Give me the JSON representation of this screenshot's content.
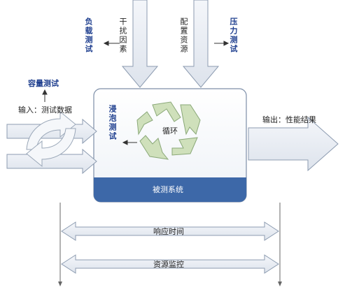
{
  "labels": {
    "load_test": "负载测试",
    "interference": "干扰因素",
    "config_resource": "配置资源",
    "pressure_test": "压力测试",
    "capacity_test": "容量测试",
    "input": "输入：测试数据",
    "soak_test": "浸泡测试",
    "cycle": "循环",
    "system_under_test": "被测系统",
    "output": "输出：性能结果",
    "response_time": "响应时间",
    "resource_monitor": "资源监控"
  },
  "colors": {
    "arrow_fill": "#e9edf3",
    "arrow_stroke": "#8c9bb0",
    "system_bar": "#3d68a8",
    "label_blue": "#1f3f8f",
    "recycle_green": "#c9dcb2"
  }
}
